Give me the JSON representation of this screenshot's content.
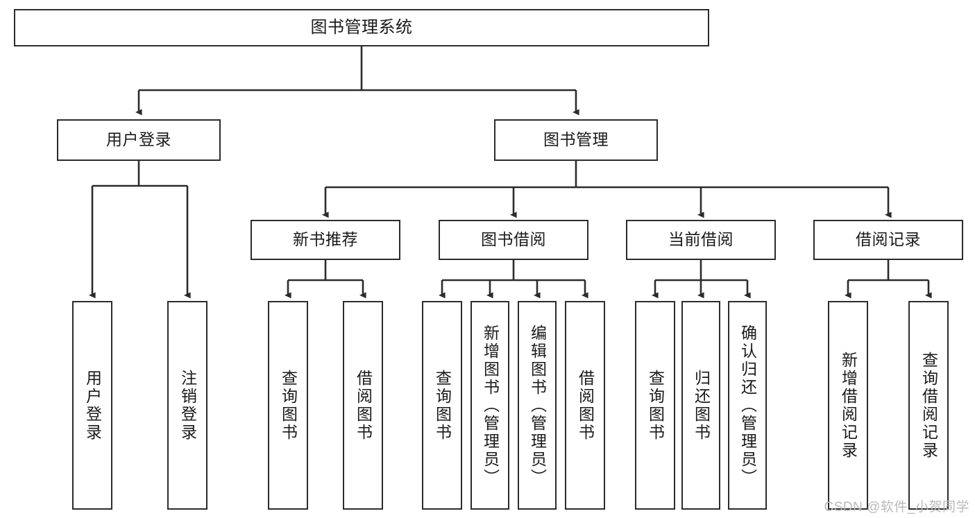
{
  "diagram": {
    "type": "tree",
    "title": "图书管理系统",
    "background": "#ffffff",
    "line_color": "#2b2b2b",
    "text_color": "#1a1a1a",
    "watermark": "CSDN @软件_小贺同学",
    "watermark_color": "#b9b9b9"
  },
  "nodes": {
    "root": {
      "label": "图书管理系统",
      "orientation": "horizontal"
    },
    "level1": [
      {
        "label": "用户登录",
        "orientation": "horizontal"
      },
      {
        "label": "图书管理",
        "orientation": "horizontal"
      }
    ],
    "level2": [
      {
        "label": "新书推荐",
        "orientation": "horizontal"
      },
      {
        "label": "图书借阅",
        "orientation": "horizontal"
      },
      {
        "label": "当前借阅",
        "orientation": "horizontal"
      },
      {
        "label": "借阅记录",
        "orientation": "horizontal"
      }
    ],
    "leaves": [
      {
        "label": "用户登录",
        "orientation": "vertical",
        "parent": "用户登录"
      },
      {
        "label": "注销登录",
        "orientation": "vertical",
        "parent": "用户登录"
      },
      {
        "label": "查询图书",
        "orientation": "vertical",
        "parent": "新书推荐"
      },
      {
        "label": "借阅图书",
        "orientation": "vertical",
        "parent": "新书推荐"
      },
      {
        "label": "查询图书",
        "orientation": "vertical",
        "parent": "图书借阅"
      },
      {
        "label": "新增图书（管理员）",
        "orientation": "vertical",
        "parent": "图书借阅"
      },
      {
        "label": "编辑图书（管理员）",
        "orientation": "vertical",
        "parent": "图书借阅"
      },
      {
        "label": "借阅图书",
        "orientation": "vertical",
        "parent": "图书借阅"
      },
      {
        "label": "查询图书",
        "orientation": "vertical",
        "parent": "当前借阅"
      },
      {
        "label": "归还图书",
        "orientation": "vertical",
        "parent": "当前借阅"
      },
      {
        "label": "确认归还（管理员）",
        "orientation": "vertical",
        "parent": "当前借阅"
      },
      {
        "label": "新增借阅记录",
        "orientation": "vertical",
        "parent": "借阅记录"
      },
      {
        "label": "查询借阅记录",
        "orientation": "vertical",
        "parent": "借阅记录"
      }
    ]
  }
}
